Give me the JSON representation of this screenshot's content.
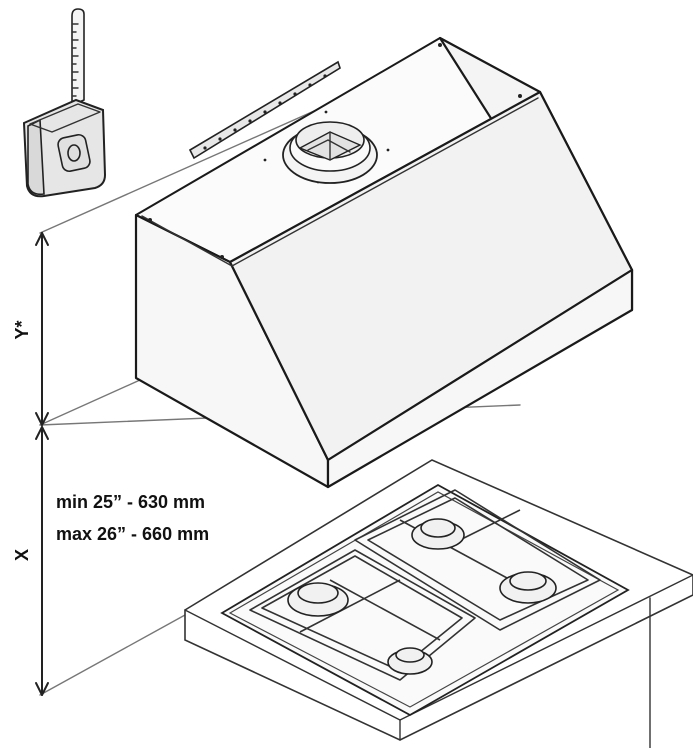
{
  "dimension_labels": {
    "y": "Y*",
    "x": "X",
    "min": "min 25” - 630 mm",
    "max": "max 26” - 660 mm"
  },
  "icons": [
    "tape-measure-icon",
    "range-hood-icon",
    "gas-cooktop-icon",
    "mounting-bracket-icon",
    "duct-collar-icon"
  ]
}
